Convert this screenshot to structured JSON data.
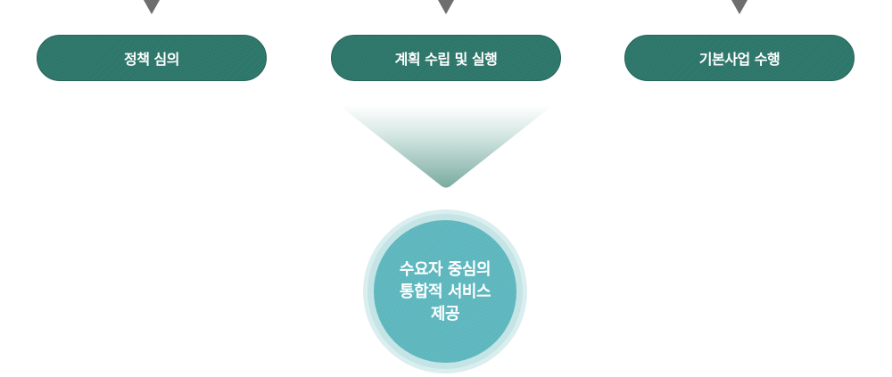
{
  "steps": [
    {
      "label": "정책 심의"
    },
    {
      "label": "계획 수립 및 실행"
    },
    {
      "label": "기본사업 수행"
    }
  ],
  "result": {
    "line1": "수요자 중심의",
    "line2": "통합적 서비스",
    "line3": "제공"
  },
  "colors": {
    "pill": "#2c7569",
    "arrow": "#6e6e6e",
    "circle": "#5cb6bd",
    "ring": "#c4e4e6"
  }
}
